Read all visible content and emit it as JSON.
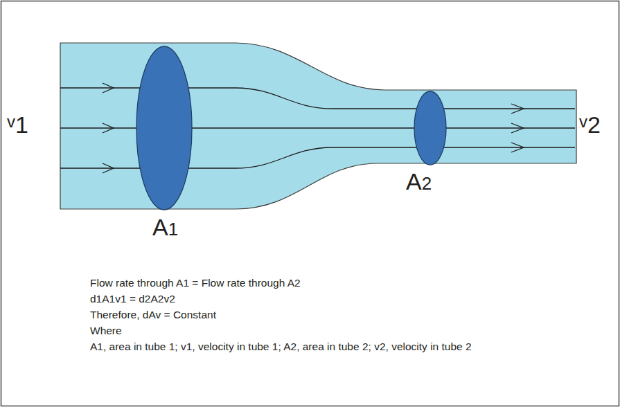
{
  "diagram": {
    "labels": [
      "v1",
      "v2",
      "A1",
      "A2",
      "Flow rate through A1 = Flow rate through A2",
      "d1A1v1 = d2A2v2",
      "Therefore, dAv = Constant",
      "Where",
      "A1, area in tube 1; v1, velocity in tube 1; A2, area in tube 2; v2, velocity in tube 2"
    ]
  }
}
